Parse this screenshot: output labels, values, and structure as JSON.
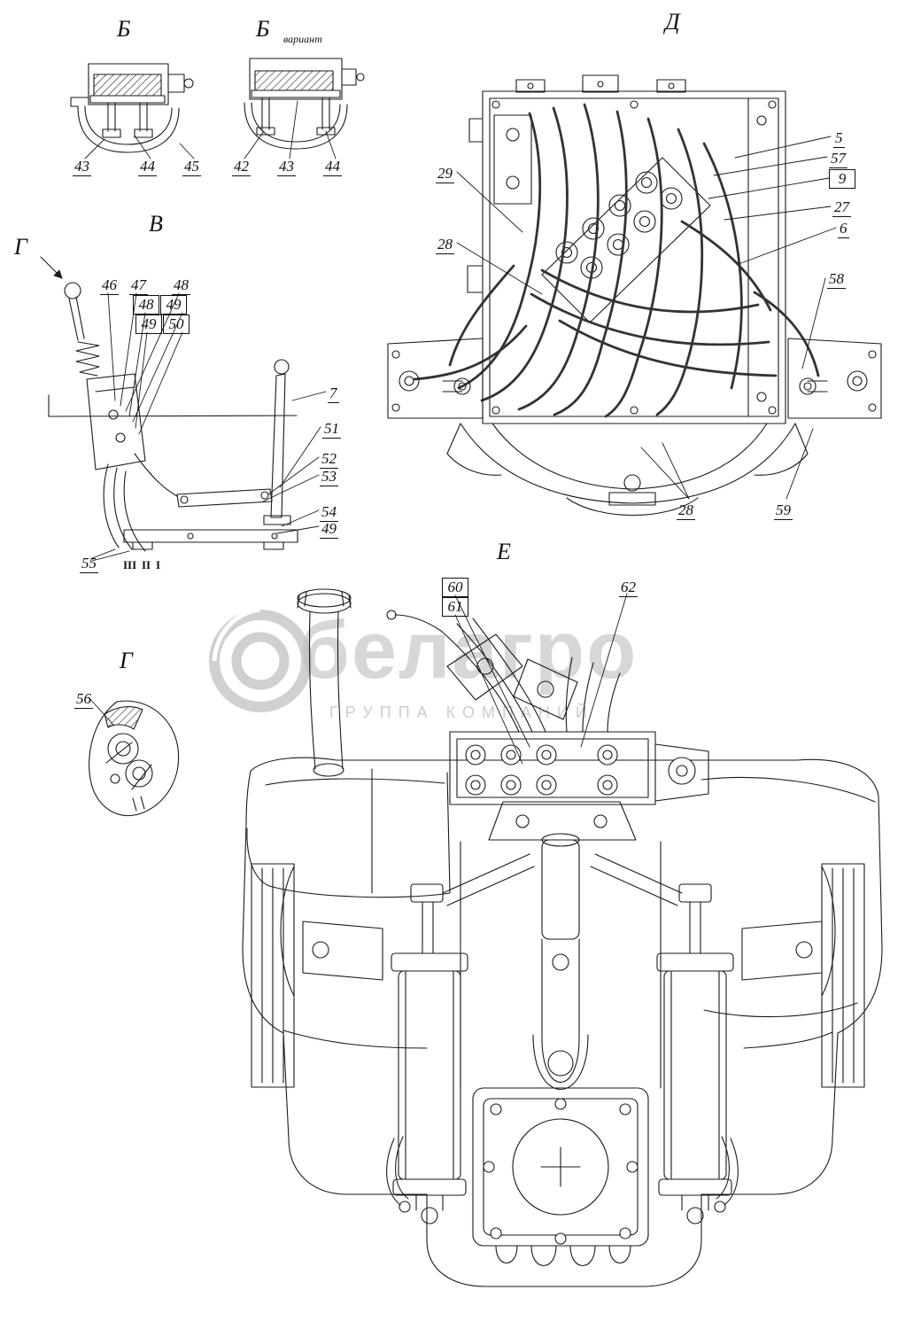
{
  "colors": {
    "line": "#1a1a1a",
    "hose": "#333333",
    "watermark": "#c8c8c8",
    "background": "#ffffff"
  },
  "views": {
    "b": {
      "label": "Б"
    },
    "b_variant": {
      "label": "Б",
      "sublabel": "вариант"
    },
    "d": {
      "label": "Д"
    },
    "v": {
      "label": "В"
    },
    "g_arrow": {
      "label": "Г"
    },
    "g_section": {
      "label": "Г"
    },
    "e": {
      "label": "Е"
    }
  },
  "callouts": {
    "b": [
      "43",
      "44",
      "45"
    ],
    "b_variant": [
      "42",
      "43",
      "44"
    ],
    "d_left": [
      "29",
      "28"
    ],
    "d_right": [
      "5",
      "57",
      "9",
      "27",
      "6",
      "58"
    ],
    "d_bottom": [
      "28",
      "59"
    ],
    "v_row1": [
      "46",
      "47",
      "48"
    ],
    "v_row2": [
      "48",
      "49"
    ],
    "v_row3": [
      "49",
      "50"
    ],
    "v_right": [
      "7",
      "51",
      "52",
      "53",
      "54",
      "49"
    ],
    "v_bottom": [
      "55"
    ],
    "v_roman": [
      "III",
      "II",
      "I"
    ],
    "g": [
      "56"
    ],
    "e_boxed": [
      "60",
      "61"
    ],
    "e_plain": [
      "62"
    ]
  },
  "watermark": {
    "main": "белагро",
    "sub": "ГРУППА КОМПАНИЙ"
  }
}
